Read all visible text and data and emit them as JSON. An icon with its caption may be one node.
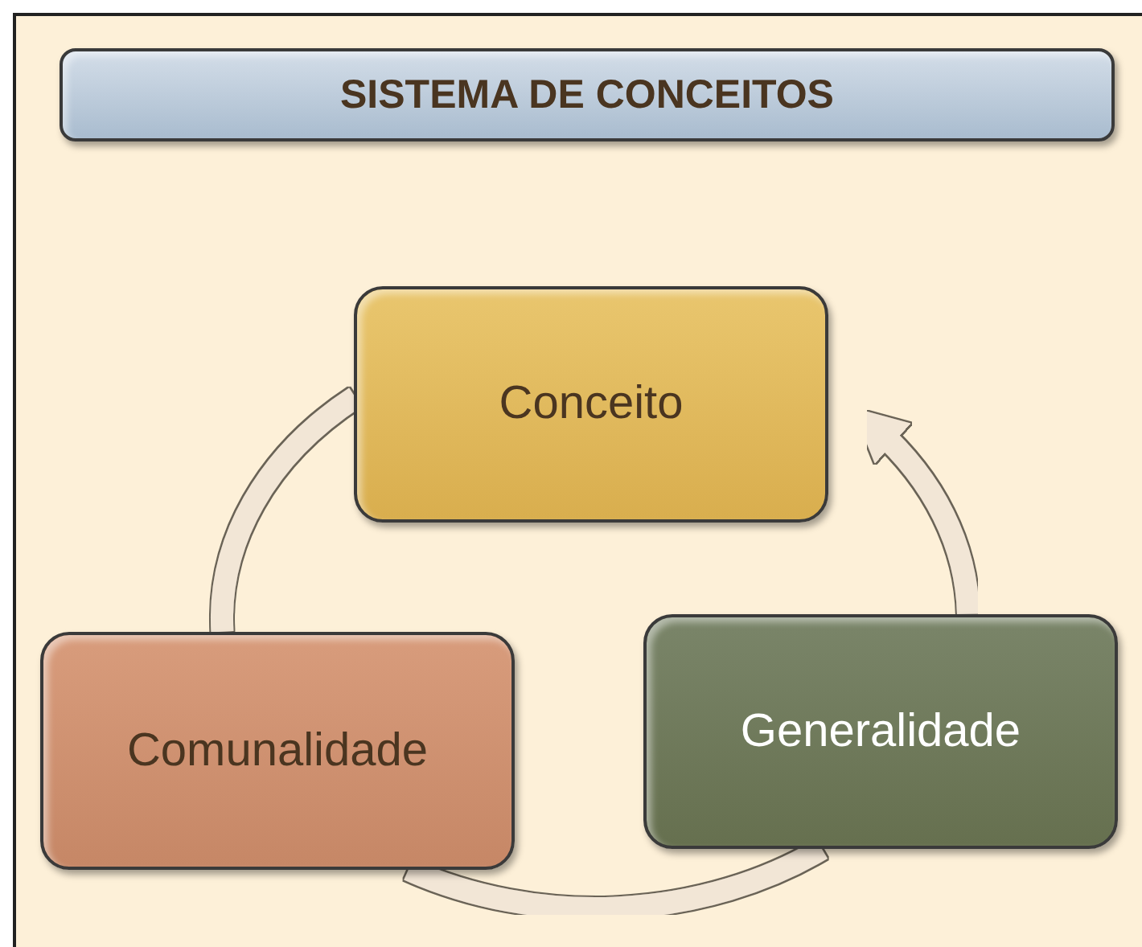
{
  "diagram": {
    "nodes": [
      {
        "text": [
          "SISTEMA DE CONCEITOS"
        ]
      },
      {
        "text": [
          "Conceito"
        ]
      },
      {
        "text": [
          "Comunalidade"
        ]
      },
      {
        "text": [
          "Generalidade"
        ]
      }
    ],
    "edges": [
      {
        "from": 3,
        "to": 1,
        "arrow": "to"
      },
      {
        "from": 1,
        "to": 2,
        "arrow": "none"
      },
      {
        "from": 2,
        "to": 3,
        "arrow": "none"
      }
    ]
  }
}
